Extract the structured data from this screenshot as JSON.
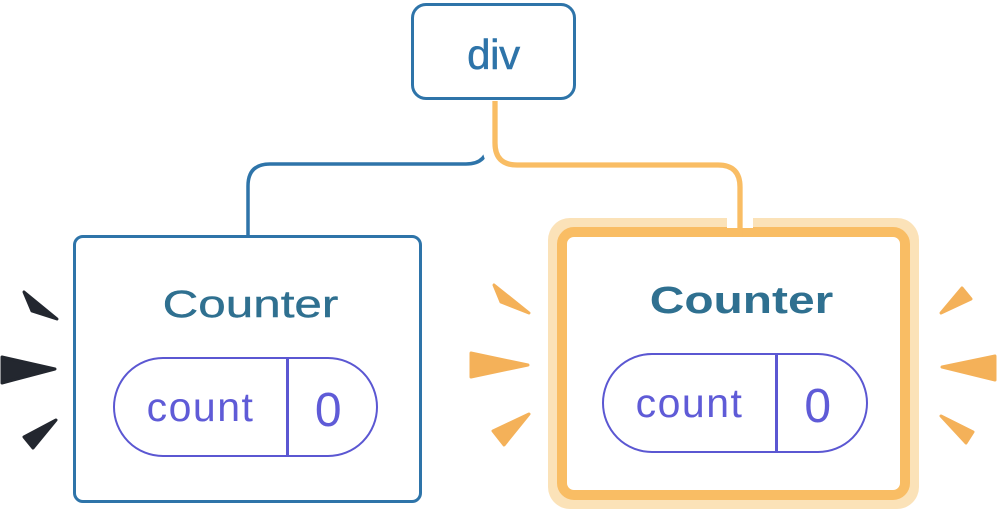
{
  "diagram": {
    "root": {
      "label": "div"
    },
    "children": [
      {
        "title": "Counter",
        "state_key": "count",
        "state_value": "0",
        "highlighted": false
      },
      {
        "title": "Counter",
        "state_key": "count",
        "state_value": "0",
        "highlighted": true
      }
    ]
  },
  "colors": {
    "blue": "#2e74a9",
    "title": "#2f7090",
    "purple": "#5b57d2",
    "purpleText": "#5f5bd7",
    "orangeCore": "#f9bd64",
    "orangeDeep": "#f9bd64",
    "orangePale": "#fbe2b8",
    "orangeSpark": "#f4b159",
    "sparkDark": "#23272f",
    "background": "#ffffff",
    "casing": "#ffffff"
  }
}
